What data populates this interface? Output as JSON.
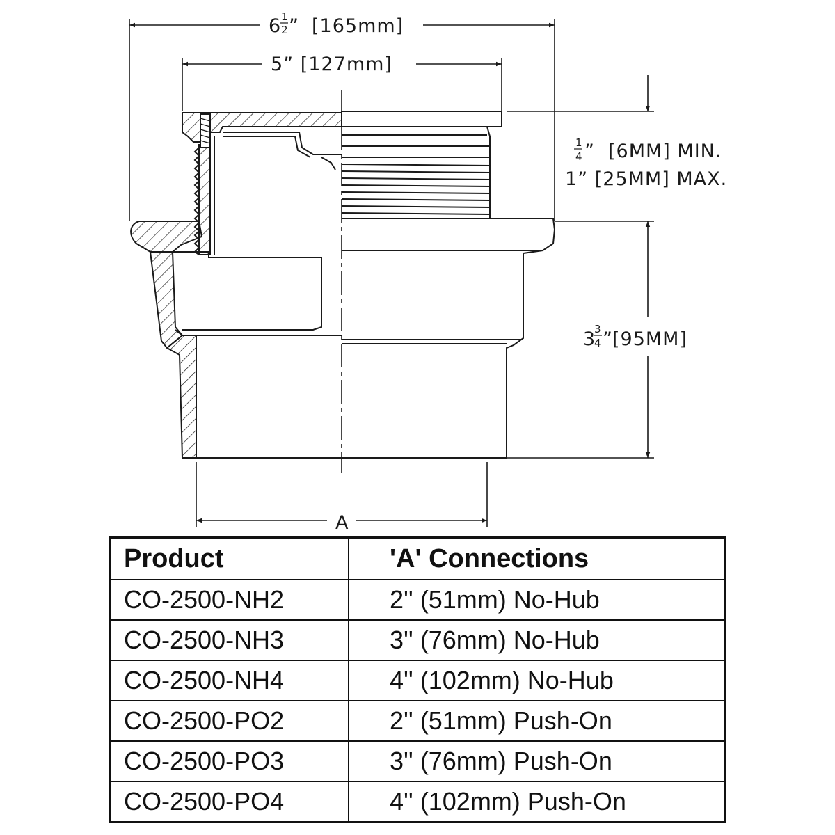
{
  "dimensions": {
    "overall_width": {
      "whole": "6",
      "num": "1",
      "den": "2",
      "unit": "”",
      "metric": "[165mm]"
    },
    "top_width": "5” [127mm]",
    "adjust_min": {
      "num": "1",
      "den": "4",
      "unit": "”",
      "metric": "[6MM] MIN."
    },
    "adjust_max": "1” [25MM] MAX.",
    "height": {
      "whole": "3",
      "num": "3",
      "den": "4",
      "unit": "”",
      "metric": "[95MM]"
    },
    "connection": "A"
  },
  "table": {
    "headers": [
      "Product",
      "'A' Connections"
    ],
    "rows": [
      [
        "CO-2500-NH2",
        "2'' (51mm) No-Hub"
      ],
      [
        "CO-2500-NH3",
        "3'' (76mm) No-Hub"
      ],
      [
        "CO-2500-NH4",
        "4'' (102mm) No-Hub"
      ],
      [
        "CO-2500-PO2",
        "2'' (51mm) Push-On"
      ],
      [
        "CO-2500-PO3",
        "3'' (76mm) Push-On"
      ],
      [
        "CO-2500-PO4",
        "4'' (102mm) Push-On"
      ]
    ]
  },
  "colors": {
    "line": "#1a1a1a",
    "background": "#ffffff"
  }
}
